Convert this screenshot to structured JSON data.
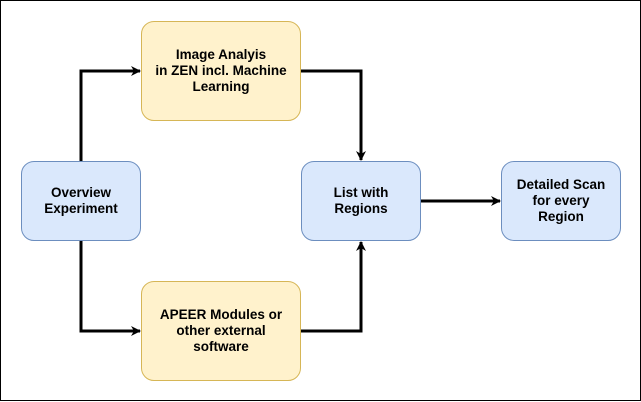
{
  "nodes": {
    "overview": "Overview\nExperiment",
    "analysis": "Image Analyis\nin ZEN incl. Machine\nLearning",
    "apeer": "APEER Modules or\nother external software",
    "list": "List with\nRegions",
    "scan": "Detailed Scan\nfor every Region"
  },
  "colors": {
    "blue_fill": "#dae8fc",
    "blue_stroke": "#6c8ebf",
    "yellow_fill": "#fff2cc",
    "yellow_stroke": "#d6b656",
    "edge": "#000000"
  },
  "edges": [
    {
      "from": "overview",
      "to": "analysis"
    },
    {
      "from": "overview",
      "to": "apeer"
    },
    {
      "from": "analysis",
      "to": "list"
    },
    {
      "from": "apeer",
      "to": "list"
    },
    {
      "from": "list",
      "to": "scan"
    }
  ]
}
